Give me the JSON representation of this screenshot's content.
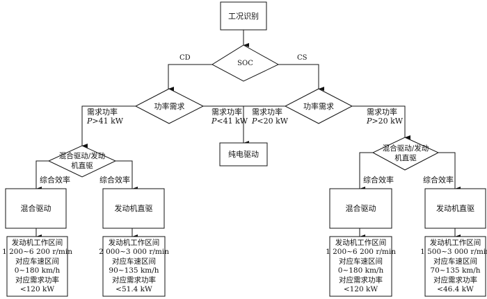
{
  "diagram": {
    "start": "工况识别",
    "soc_decision": "SOC",
    "branch_cd": "CD",
    "branch_cs": "CS",
    "cd_power_decision": "功率需求",
    "cs_power_decision": "功率需求",
    "cd_high_label": [
      "需求功率",
      "P>41 kW"
    ],
    "cd_low_label": [
      "需求功率",
      "P<41 kW"
    ],
    "cs_low_label": [
      "需求功率",
      "P<20 kW"
    ],
    "cs_high_label": [
      "需求功率",
      "P>20 kW"
    ],
    "pure_electric": "纯电驱动",
    "left_mode_decision": [
      "混合驱动/发动",
      "机直驱"
    ],
    "right_mode_decision": [
      "混合驱动/发动",
      "机直驱"
    ],
    "efficiency_label": "综合效率",
    "left_hybrid": {
      "title": "混合驱动",
      "details": [
        "发动机工作区间",
        "1 200~6 200 r/min",
        "对应车速区间",
        "0~180 km/h",
        "对应需求功率",
        "<120 kW"
      ]
    },
    "left_engine": {
      "title": "发动机直驱",
      "details": [
        "发动机工作区间",
        "2 000~3 000 r/min",
        "对应车速区间",
        "90~135 km/h",
        "对应需求功率",
        "<51.4 kW"
      ]
    },
    "right_hybrid": {
      "title": "混合驱动",
      "details": [
        "发动机工作区间",
        "1 200~6 200 r/min",
        "对应车速区间",
        "0~180 km/h",
        "对应需求功率",
        "<120 kW"
      ]
    },
    "right_engine": {
      "title": "发动机直驱",
      "details": [
        "发动机工作区间",
        "1 500~3 000 r/min",
        "对应车速区间",
        "70~135 km/h",
        "对应需求功率",
        "<46.4 kW"
      ]
    }
  }
}
